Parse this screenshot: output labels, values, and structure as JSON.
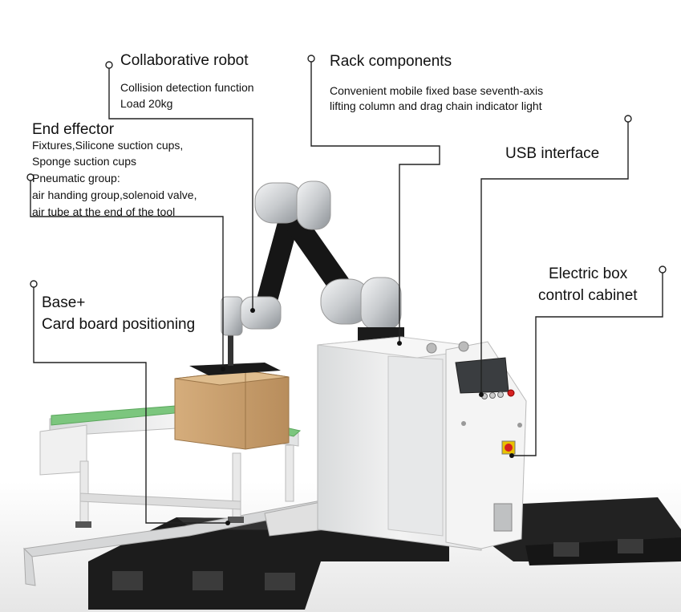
{
  "callouts": {
    "collaborative_robot": {
      "title": "Collaborative robot",
      "lines": [
        "Collision detection function",
        "Load 20kg"
      ]
    },
    "rack_components": {
      "title": "Rack components",
      "lines": [
        "Convenient mobile fixed base seventh-axis",
        "lifting column and drag chain indicator light"
      ]
    },
    "end_effector": {
      "title": "End effector",
      "lines": [
        "Fixtures,Silicone suction cups,",
        "Sponge suction cups"
      ]
    },
    "pneumatic_group": {
      "title": "Pneumatic group:",
      "lines": [
        "air handing group,solenoid valve,",
        "air tube at the end of the tool"
      ]
    },
    "usb_interface": {
      "title": "USB interface"
    },
    "electric_box": {
      "lines": [
        "Electric box",
        "control cabinet"
      ]
    },
    "base": {
      "lines": [
        "Base+",
        "Card board positioning"
      ]
    }
  },
  "colors": {
    "leader_line": "#222222",
    "pallet": "#1c1c1c",
    "cabinet": "#eeeeee",
    "robot_arm_black": "#161616",
    "robot_joint_silver": "#cfd2d4",
    "carton": "#c9a070",
    "conveyor_belt": "#7cc67e",
    "estop_red": "#d52020"
  }
}
